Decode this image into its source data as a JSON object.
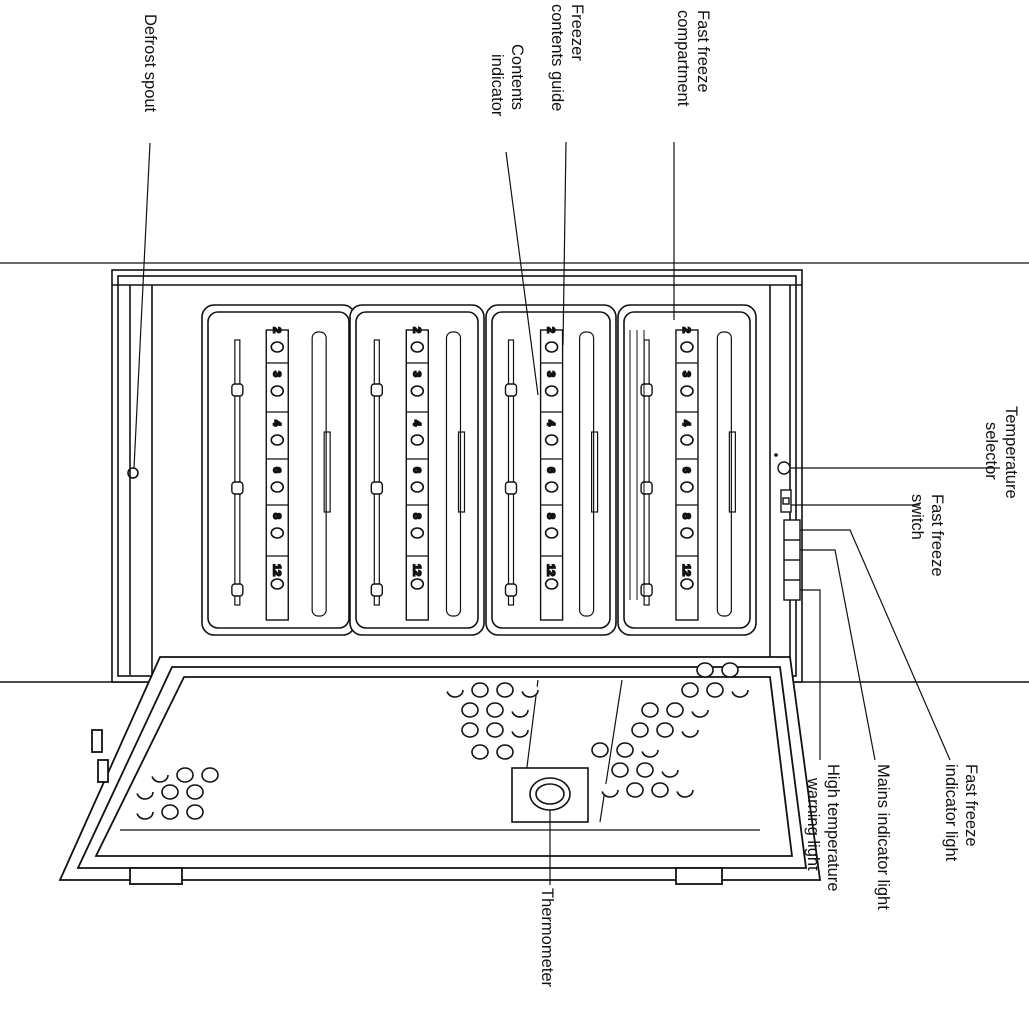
{
  "labels": {
    "defrost_spout": "Defrost spout",
    "freezer_contents_guide": [
      "Freezer",
      "contents guide"
    ],
    "contents_indicator": [
      "Contents",
      "indicator"
    ],
    "fast_freeze_compartment": [
      "Fast freeze",
      "compartment"
    ],
    "temperature_selector": [
      "Temperature",
      "selector"
    ],
    "fast_freeze_switch": [
      "Fast freeze",
      "switch"
    ],
    "fast_freeze_indicator_light": [
      "Fast freeze",
      "indicator light"
    ],
    "mains_indicator_light": "Mains indicator light",
    "high_temperature_warning_light": [
      "High temperature",
      "warning light"
    ],
    "thermometer": "Thermometer"
  },
  "guide_months": [
    "2",
    "3",
    "4",
    "6",
    "8",
    "12"
  ],
  "colors": {
    "ink": "#111111",
    "paper": "#ffffff"
  }
}
